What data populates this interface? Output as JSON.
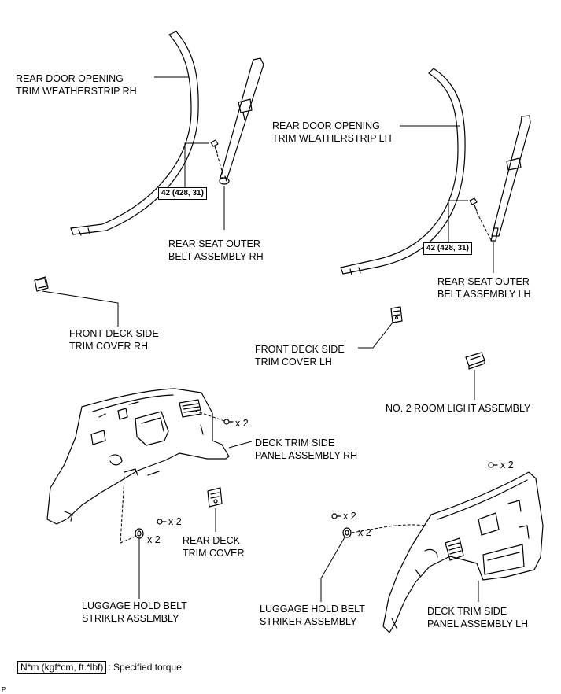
{
  "labels": {
    "weatherstrip_rh": [
      "REAR DOOR OPENING",
      "TRIM WEATHERSTRIP RH"
    ],
    "weatherstrip_lh": [
      "REAR DOOR OPENING",
      "TRIM WEATHERSTRIP LH"
    ],
    "belt_rh": [
      "REAR SEAT OUTER",
      "BELT ASSEMBLY RH"
    ],
    "belt_lh": [
      "REAR SEAT OUTER",
      "BELT ASSEMBLY LH"
    ],
    "deck_cover_rh": [
      "FRONT DECK SIDE",
      "TRIM COVER RH"
    ],
    "deck_cover_lh": [
      "FRONT DECK SIDE",
      "TRIM COVER LH"
    ],
    "room_light": "NO. 2 ROOM LIGHT ASSEMBLY",
    "panel_rh": [
      "DECK TRIM SIDE",
      "PANEL ASSEMBLY RH"
    ],
    "panel_lh": [
      "DECK TRIM SIDE",
      "PANEL ASSEMBLY LH"
    ],
    "rear_deck_cover": [
      "REAR DECK",
      "TRIM COVER"
    ],
    "striker_rh": [
      "LUGGAGE HOLD BELT",
      "STRIKER ASSEMBLY"
    ],
    "striker_lh": [
      "LUGGAGE HOLD BELT",
      "STRIKER ASSEMBLY"
    ]
  },
  "torque": {
    "rh": "42 (428, 31)",
    "lh": "42 (428, 31)"
  },
  "multipliers": {
    "panel_rh_screw": "x 2",
    "striker_rh_screw": "x 2",
    "striker_rh_clip": "x 2",
    "panel_lh_screw": "x 2",
    "striker_lh_screw": "x 2",
    "striker_lh_clip": "x 2"
  },
  "legend": {
    "unit_box": "N*m (kgf*cm, ft.*lbf)",
    "text": ": Specified torque"
  },
  "footer_mark": "P"
}
